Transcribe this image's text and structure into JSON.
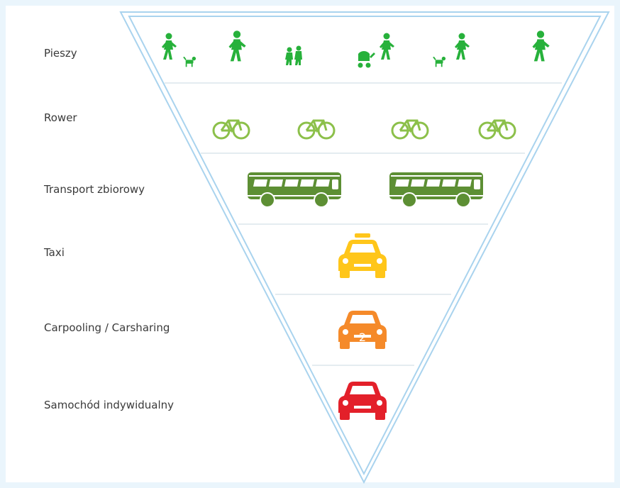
{
  "pyramid": {
    "levels": [
      {
        "label": "Pieszy",
        "color": "#27b13b",
        "icon": "pedestrian-icon"
      },
      {
        "label": "Rower",
        "color": "#8cc04a",
        "icon": "bicycle-icon"
      },
      {
        "label": "Transport zbiorowy",
        "color": "#5d8f34",
        "icon": "bus-icon"
      },
      {
        "label": "Taxi",
        "color": "#ffc61a",
        "icon": "taxi-icon"
      },
      {
        "label": "Carpooling / Carsharing",
        "color": "#f58a2a",
        "icon": "carpool-car-icon",
        "badge": "2"
      },
      {
        "label": "Samochód indywidualny",
        "color": "#e3202a",
        "icon": "car-icon"
      }
    ],
    "frame_color": "#a9d3ee"
  }
}
